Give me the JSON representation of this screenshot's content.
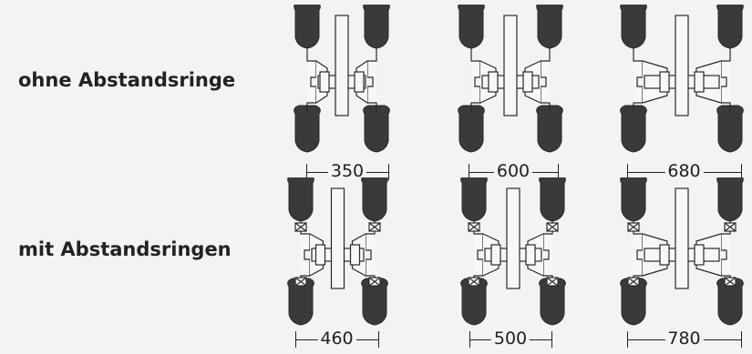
{
  "rows": [
    {
      "label": "ohne Abstandsringe",
      "spacing_rings": false,
      "configs": [
        {
          "track": "350"
        },
        {
          "track": "600"
        },
        {
          "track": "680"
        }
      ]
    },
    {
      "label": "mit Abstandsringen",
      "spacing_rings": true,
      "configs": [
        {
          "track": "460"
        },
        {
          "track": "500"
        },
        {
          "track": "780"
        }
      ]
    }
  ],
  "colors": {
    "tire": "#3a3a3a",
    "line": "#2a2a2a",
    "fill": "#f7f7f7",
    "background": "#f3f3f3"
  }
}
